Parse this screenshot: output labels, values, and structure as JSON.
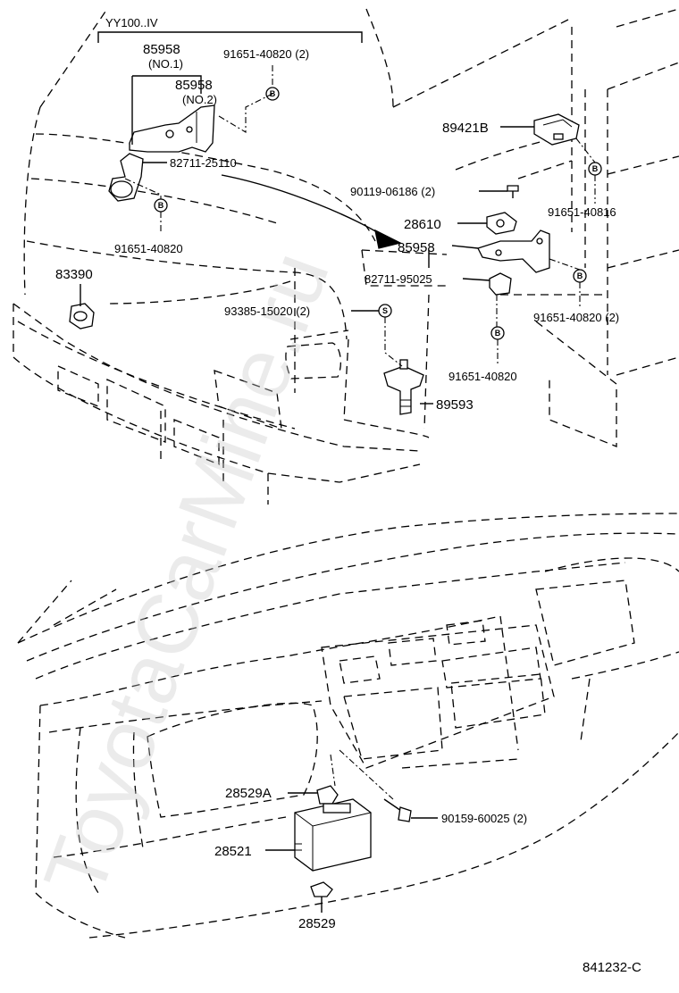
{
  "watermark": "ToyotaCarMine.ru",
  "figure_code": "841232-C",
  "variant_label": "YY100..IV",
  "sub_labels": {
    "no1": "(NO.1)",
    "no2": "(NO.2)"
  },
  "parts": [
    {
      "id": "p85958a",
      "number": "85958"
    },
    {
      "id": "p85958b",
      "number": "85958"
    },
    {
      "id": "p91651_40820_2a",
      "number": "91651-40820 (2)"
    },
    {
      "id": "p82711_25110",
      "number": "82711-25110"
    },
    {
      "id": "p91651_40820a",
      "number": "91651-40820"
    },
    {
      "id": "p83390",
      "number": "83390"
    },
    {
      "id": "p89421b",
      "number": "89421B"
    },
    {
      "id": "p90119_06186",
      "number": "90119-06186 (2)"
    },
    {
      "id": "p91651_40816",
      "number": "91651-40816"
    },
    {
      "id": "p28610",
      "number": "28610"
    },
    {
      "id": "p85958c",
      "number": "85958"
    },
    {
      "id": "p82711_95025",
      "number": "82711-95025"
    },
    {
      "id": "p93385_15020",
      "number": "93385-15020 (2)"
    },
    {
      "id": "p91651_40820_2b",
      "number": "91651-40820 (2)"
    },
    {
      "id": "p91651_40820b",
      "number": "91651-40820"
    },
    {
      "id": "p89593",
      "number": "89593"
    },
    {
      "id": "p28529a",
      "number": "28529A"
    },
    {
      "id": "p90159_60025",
      "number": "90159-60025 (2)"
    },
    {
      "id": "p28521",
      "number": "28521"
    },
    {
      "id": "p28529",
      "number": "28529"
    }
  ],
  "markers": {
    "b": "B",
    "s": "S"
  }
}
